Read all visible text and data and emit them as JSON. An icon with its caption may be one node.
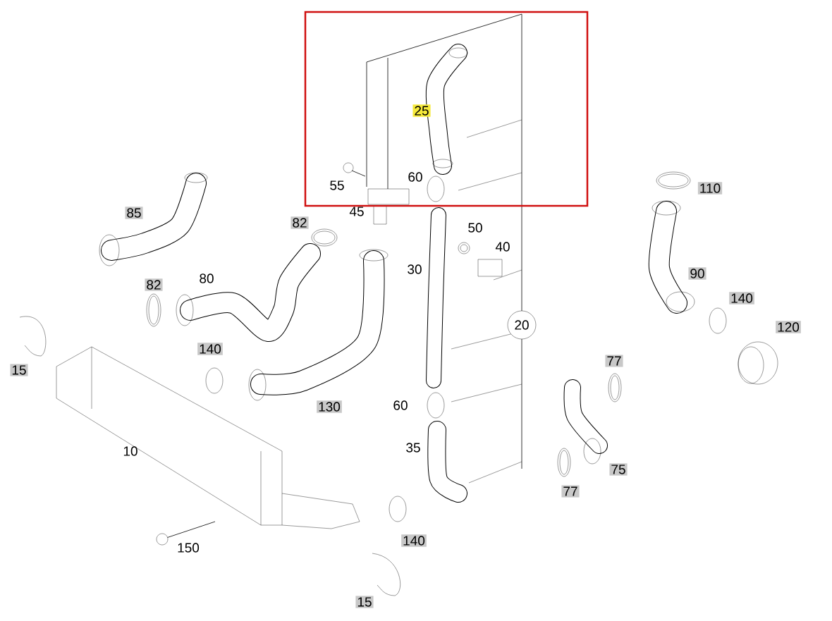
{
  "diagram": {
    "nodes": [
      {
        "text": [
          "20"
        ]
      }
    ],
    "labels": [
      "25",
      "55",
      "60",
      "110",
      "85",
      "45",
      "82",
      "50",
      "40",
      "30",
      "80",
      "90",
      "82",
      "140",
      "120",
      "140",
      "77",
      "15",
      "130",
      "60",
      "35",
      "10",
      "75",
      "77",
      "140",
      "150",
      "15"
    ]
  }
}
